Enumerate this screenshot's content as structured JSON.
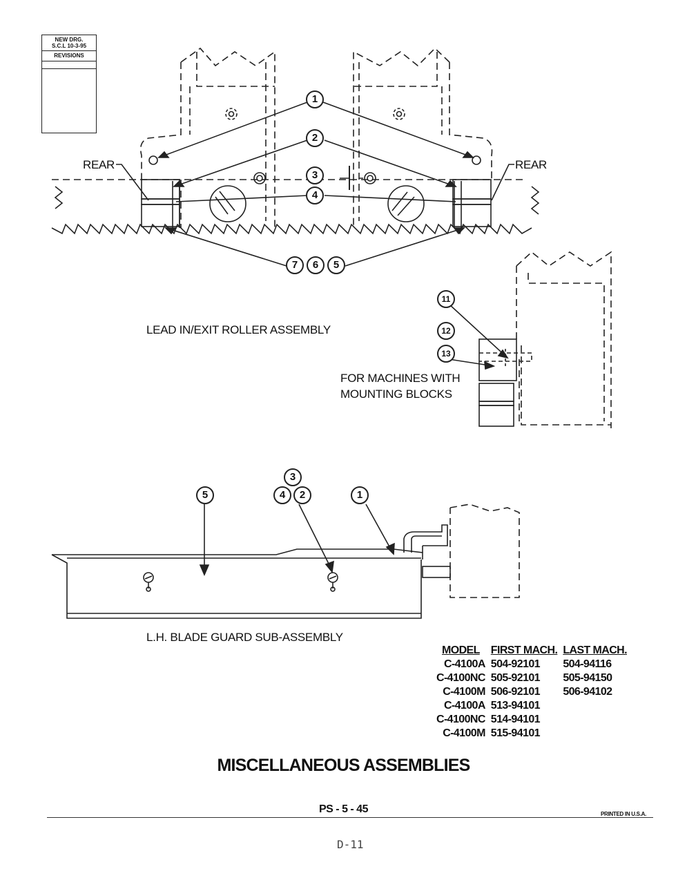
{
  "revision_block": {
    "line1": "NEW DRG.",
    "line2": "S.C.L 10-3-95",
    "line3": "REVISIONS"
  },
  "top_assembly": {
    "rear_left": "REAR",
    "rear_right": "REAR",
    "caption": "LEAD IN/EXIT ROLLER ASSEMBLY",
    "callouts": [
      "1",
      "2",
      "3",
      "4",
      "7",
      "6",
      "5"
    ],
    "note_line1": "FOR MACHINES WITH",
    "note_line2": "MOUNTING BLOCKS",
    "side_callouts": [
      "11",
      "12",
      "13"
    ]
  },
  "blade_guard": {
    "caption": "L.H. BLADE GUARD SUB-ASSEMBLY",
    "callouts": [
      "5",
      "3",
      "4",
      "2",
      "1"
    ]
  },
  "models_table": {
    "headers": [
      "MODEL",
      "FIRST MACH.",
      "LAST MACH."
    ],
    "rows": [
      [
        "C-4100A",
        "504-92101",
        "504-94116"
      ],
      [
        "C-4100NC",
        "505-92101",
        "505-94150"
      ],
      [
        "C-4100M",
        "506-92101",
        "506-94102"
      ],
      [
        "C-4100A",
        "513-94101",
        ""
      ],
      [
        "C-4100NC",
        "514-94101",
        ""
      ],
      [
        "C-4100M",
        "515-94101",
        ""
      ]
    ]
  },
  "title": "MISCELLANEOUS ASSEMBLIES",
  "footer": {
    "page_ref": "PS - 5 - 45",
    "printed": "PRINTED IN U.S.A.",
    "sheet": "D-11"
  }
}
